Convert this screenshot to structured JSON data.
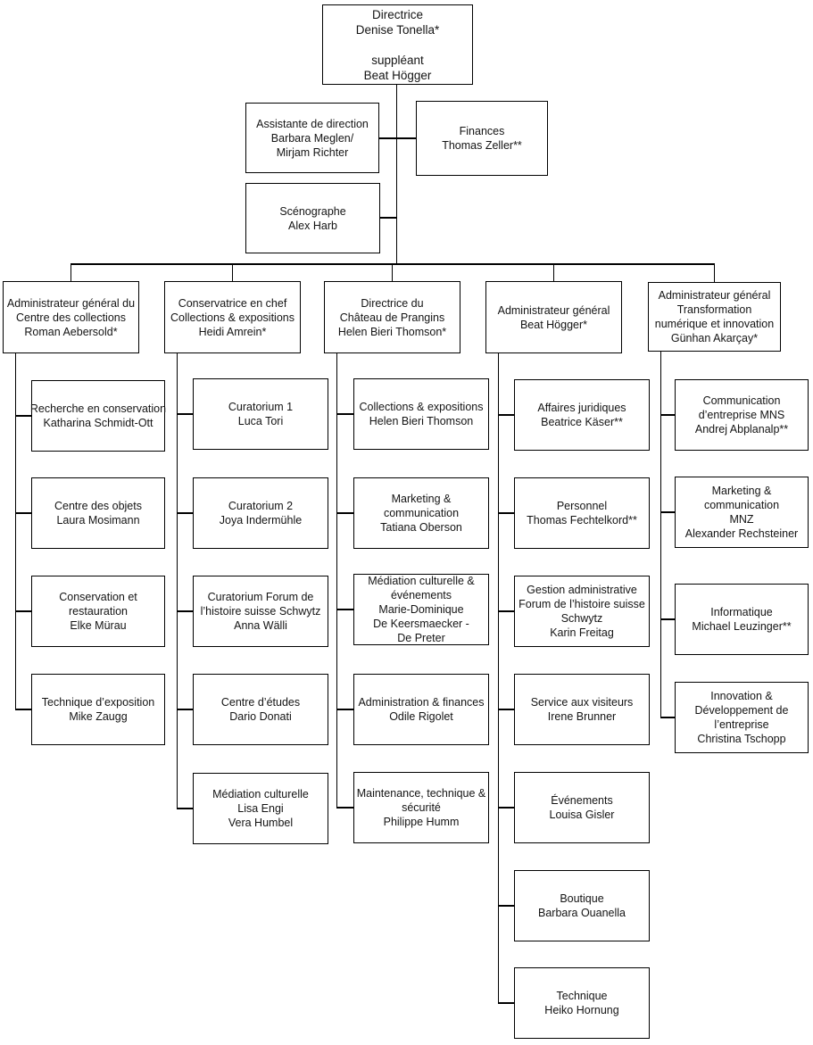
{
  "chart": {
    "root": {
      "lines": [
        "Directrice",
        "Denise Tonella*",
        "",
        "suppléant",
        "Beat Högger"
      ]
    },
    "staff": {
      "assistante": {
        "lines": [
          "Assistante de direction",
          "Barbara Meglen/",
          "Mirjam Richter"
        ]
      },
      "finances": {
        "lines": [
          "Finances",
          "Thomas Zeller**"
        ]
      },
      "scenographe": {
        "lines": [
          "Scénographe",
          "Alex Harb"
        ]
      }
    },
    "columns": [
      {
        "id": "centre-des-collections",
        "head": {
          "lines": [
            "Administrateur général du",
            "Centre des collections",
            "Roman Aebersold*"
          ]
        },
        "children": [
          {
            "lines": [
              "Recherche en conservation",
              "Katharina Schmidt-Ott"
            ]
          },
          {
            "lines": [
              "Centre des objets",
              "Laura Mosimann"
            ]
          },
          {
            "lines": [
              "Conservation et",
              "restauration",
              "Elke Mürau"
            ]
          },
          {
            "lines": [
              "Technique d’exposition",
              "Mike Zaugg"
            ]
          }
        ]
      },
      {
        "id": "conservatrice-en-chef",
        "head": {
          "lines": [
            "Conservatrice en chef",
            "Collections & expositions",
            "Heidi Amrein*"
          ]
        },
        "children": [
          {
            "lines": [
              "Curatorium 1",
              "Luca Tori"
            ]
          },
          {
            "lines": [
              "Curatorium 2",
              "Joya Indermühle"
            ]
          },
          {
            "lines": [
              "Curatorium Forum de",
              "l’histoire suisse Schwytz",
              "Anna Wälli"
            ]
          },
          {
            "lines": [
              "Centre d’études",
              "Dario Donati"
            ]
          },
          {
            "lines": [
              "Médiation culturelle",
              "Lisa Engi",
              "Vera Humbel"
            ]
          }
        ]
      },
      {
        "id": "chateau-de-prangins",
        "head": {
          "lines": [
            "Directrice du",
            "Château de Prangins",
            "Helen Bieri Thomson*"
          ]
        },
        "children": [
          {
            "lines": [
              "Collections & expositions",
              "Helen Bieri Thomson"
            ]
          },
          {
            "lines": [
              "Marketing &",
              "communication",
              "Tatiana Oberson"
            ]
          },
          {
            "lines": [
              "Médiation culturelle &",
              "événements",
              "Marie-Dominique",
              "De Keersmaecker -",
              "De Preter"
            ]
          },
          {
            "lines": [
              "Administration & finances",
              "Odile Rigolet"
            ]
          },
          {
            "lines": [
              "Maintenance, technique &",
              "sécurité",
              "Philippe Humm"
            ]
          }
        ]
      },
      {
        "id": "administrateur-general",
        "head": {
          "lines": [
            "Administrateur général",
            "Beat Högger*"
          ]
        },
        "children": [
          {
            "lines": [
              "Affaires juridiques",
              "Beatrice Käser**"
            ]
          },
          {
            "lines": [
              "Personnel",
              "Thomas Fechtelkord**"
            ]
          },
          {
            "lines": [
              "Gestion administrative",
              "Forum de l’histoire suisse",
              "Schwytz",
              "Karin Freitag"
            ]
          },
          {
            "lines": [
              "Service aux visiteurs",
              "Irene Brunner"
            ]
          },
          {
            "lines": [
              "Événements",
              "Louisa Gisler"
            ]
          },
          {
            "lines": [
              "Boutique",
              "Barbara Ouanella"
            ]
          },
          {
            "lines": [
              "Technique",
              "Heiko Hornung"
            ]
          }
        ]
      },
      {
        "id": "transformation-numerique",
        "head": {
          "lines": [
            "Administrateur général",
            "Transformation",
            "numérique et innovation",
            "Günhan Akarçay*"
          ]
        },
        "children": [
          {
            "lines": [
              "Communication",
              "d’entreprise MNS",
              "Andrej Abplanalp**"
            ]
          },
          {
            "lines": [
              "Marketing &",
              "communication",
              "MNZ",
              "Alexander Rechsteiner"
            ]
          },
          {
            "lines": [
              "Informatique",
              "Michael Leuzinger**"
            ]
          },
          {
            "lines": [
              "Innovation &",
              "Développement de",
              "l’entreprise",
              "Christina Tschopp"
            ]
          }
        ]
      }
    ],
    "colors": {
      "line": "#000000",
      "background": "#ffffff",
      "text": "#141414"
    }
  }
}
